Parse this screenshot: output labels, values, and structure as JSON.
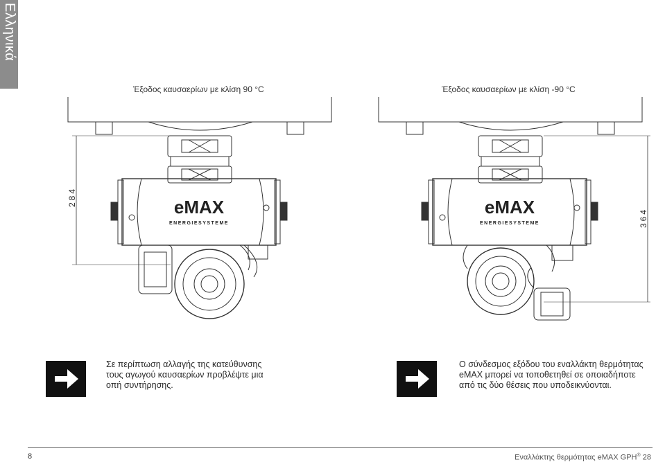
{
  "language_tab": "Ελληνικά",
  "left_figure": {
    "caption": "Έξοδος καυσαερίων με κλίση 90 °C",
    "dimension": "284",
    "brand": "eMAX",
    "brand_sub": "ENERGIESYSTEME"
  },
  "right_figure": {
    "caption": "Έξοδος καυσαερίων με κλίση  -90 °C",
    "dimension": "364",
    "brand": "eMAX",
    "brand_sub": "ENERGIESYSTEME"
  },
  "notes": [
    {
      "icon": "arrow-right-icon",
      "text": "Σε περίπτωση αλλαγής της κατεύθυνσης τους αγωγού καυσαερίων προβλέψτε μια οπή συντήρησης."
    },
    {
      "icon": "arrow-right-icon",
      "text": "Ο σύνδεσμος εξόδου του εναλλάκτη θερμότητας eMAX μπορεί να τοποθετηθεί σε οποιαδήποτε από τις δύο θέσεις που υποδεικνύονται."
    }
  ],
  "footer": {
    "page_number": "8",
    "title": "Εναλλάκτης θερμότητας eMAX GPH",
    "title_reg": "®",
    "title_suffix": "28"
  },
  "colors": {
    "tab": "#8c8c8c",
    "ink": "#2a2a2a",
    "box": "#111111"
  }
}
